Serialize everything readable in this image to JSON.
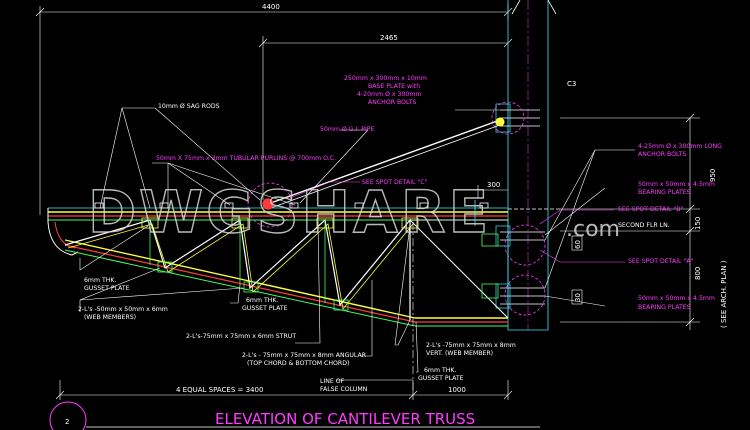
{
  "dimensions": {
    "top_overall": "4400",
    "top_partial": "2465",
    "dim_300": "300",
    "dim_950": "950",
    "dim_150": "150",
    "dim_800": "800",
    "dim_60": "60",
    "dim_30": "30",
    "bottom_spaces": "4 EQUAL SPACES = 3400",
    "bottom_1000": "1000"
  },
  "column_label": "C3",
  "side_note": "( SEE ARCH. PLAN )",
  "notes": {
    "sag_rods": "10mm Ø SAG RODS",
    "base_plate_1": "250mm x 300mm x 10mm",
    "base_plate_2": "BASE PLATE with",
    "base_plate_3": "4-20mm Ø x 300mm",
    "base_plate_4": "ANCHOR BOLTS",
    "gi_pipe": "50mm Ø G.I. PIPE",
    "purlins": "50mm X 75mm x 3mm TUBULAR PURLINS @ 700mm O.C.",
    "spot_c": "SEE SPOT DETAIL \"C\"",
    "anchor_long_1": "4-25mm Ø x 300mm LONG",
    "anchor_long_2": "ANCHOR BOLTS",
    "bearing_top_1": "50mm x 50mm x 4.5mm",
    "bearing_top_2": "BEARING PLATES",
    "spot_b": "SEE SPOT DETAIL \"B\"",
    "second_flr": "SECOND FLR LN.",
    "spot_a": "SEE SPOT DETAIL \"A\"",
    "bearing_bot_1": "50mm x 50mm x 4.5mm",
    "bearing_bot_2": "BEARING PLATES",
    "gusset_left_1": "6mm THK.",
    "gusset_left_2": "GUSSET PLATE",
    "web_members_1": "2-L's -50mm x 50mm x 6mm",
    "web_members_2": "(WEB MEMBERS)",
    "gusset_mid_1": "6mm THK.",
    "gusset_mid_2": "GUSSET PLATE",
    "strut": "2-L's-75mm x 75mm x 6mm STRUT",
    "chord_1": "2-L's - 75mm x 75mm x 8mm ANGULAR",
    "chord_2": "(TOP CHORD & BOTTOM CHORD)",
    "vert_1": "2-L's -75mm x 75mm x 8mm",
    "vert_2": "VERT. (WEB MEMBER)",
    "gusset_right_1": "6mm THK.",
    "gusset_right_2": "GUSSET PLATE",
    "false_col_1": "LINE OF",
    "false_col_2": "FALSE COLUMN"
  },
  "detail_number": "2",
  "title": "ELEVATION OF CANTILEVER TRUSS",
  "watermark": "DWGSHARE",
  "watermark_suffix": ".com"
}
